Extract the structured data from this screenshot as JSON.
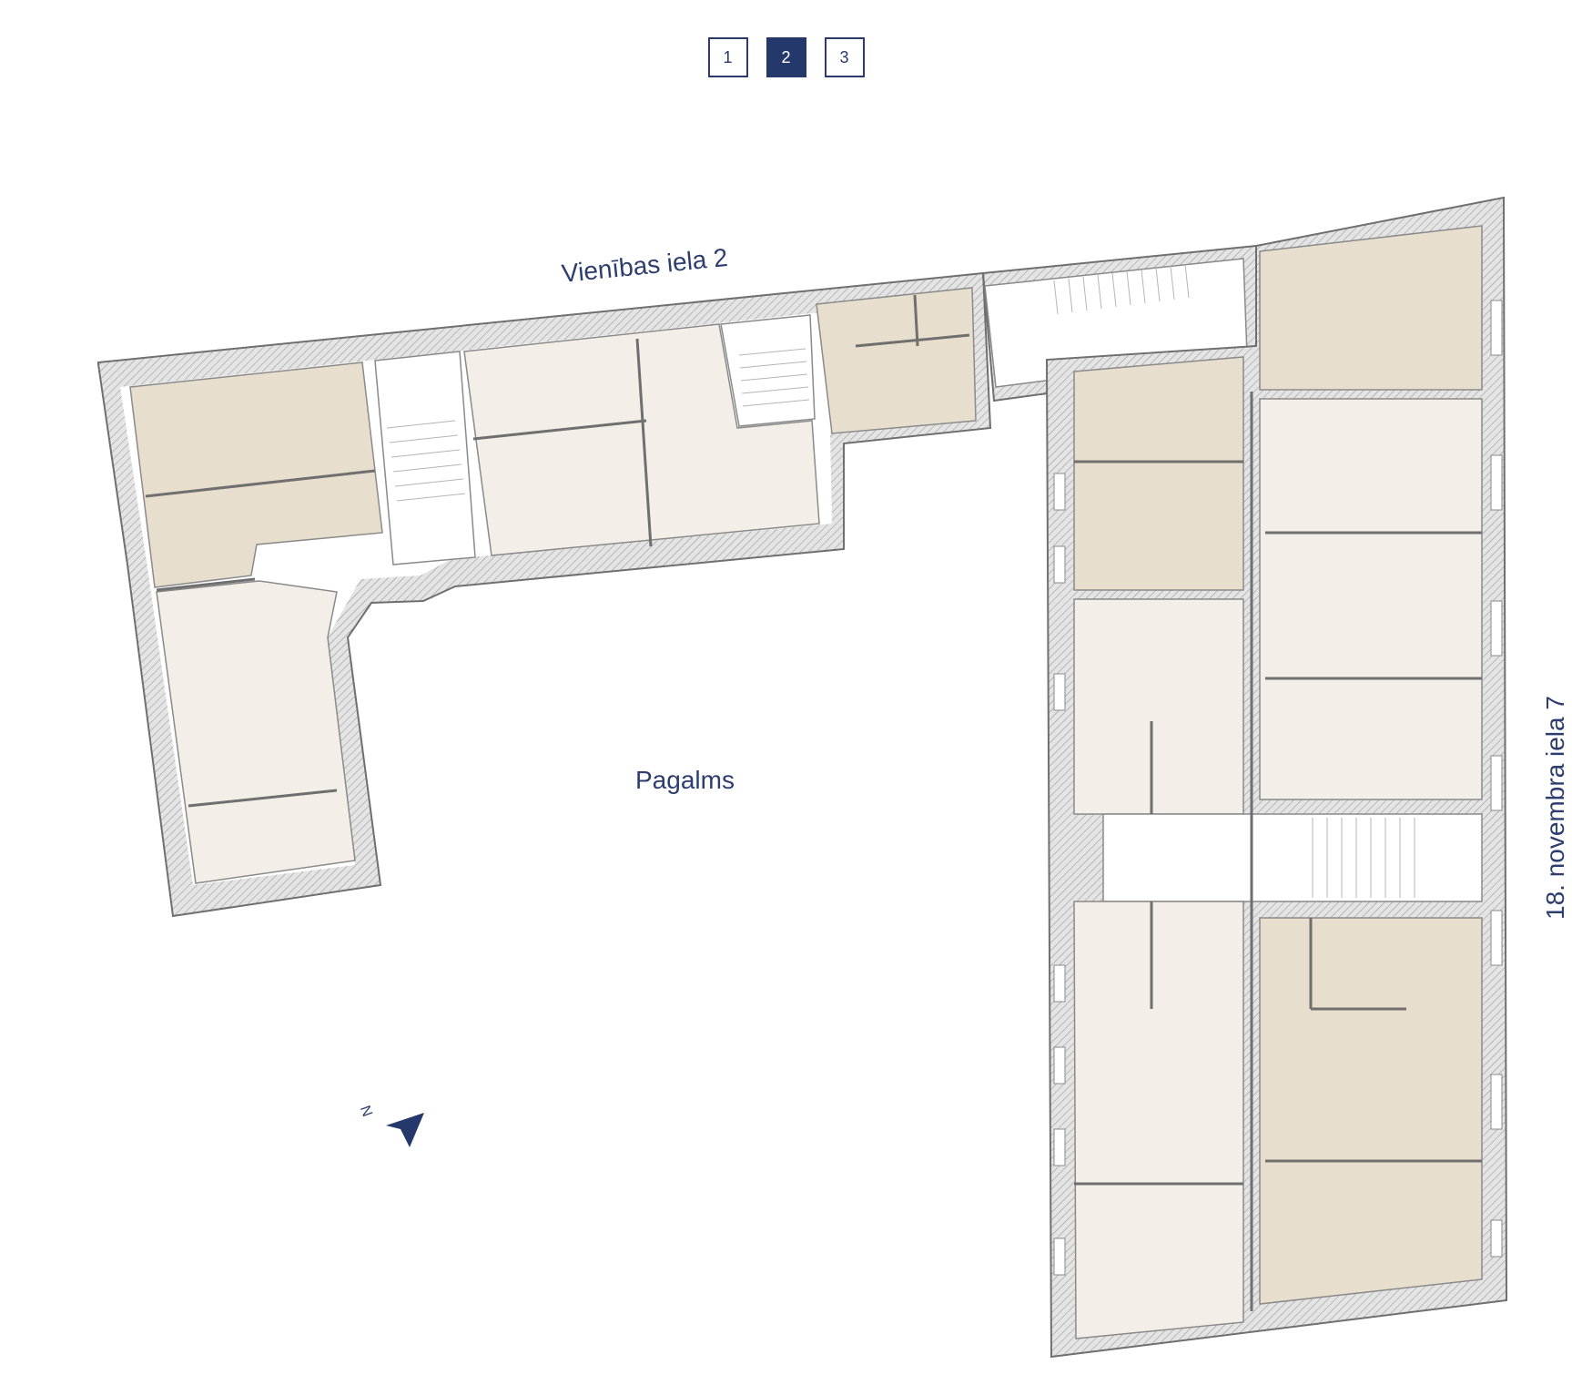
{
  "floor_selector": {
    "floors": [
      {
        "label": "1",
        "active": false
      },
      {
        "label": "2",
        "active": true
      },
      {
        "label": "3",
        "active": false
      }
    ]
  },
  "labels": {
    "street_north": "Vienības iela 2",
    "street_east": "18. novembra iela 7",
    "courtyard": "Pagalms",
    "north_marker": "N"
  },
  "colors": {
    "accent": "#24386b",
    "apartment_dark": "#e8dece",
    "apartment_light": "#f3efe8",
    "wall": "#d9d9d9",
    "wall_stroke": "#7a7a7a"
  }
}
